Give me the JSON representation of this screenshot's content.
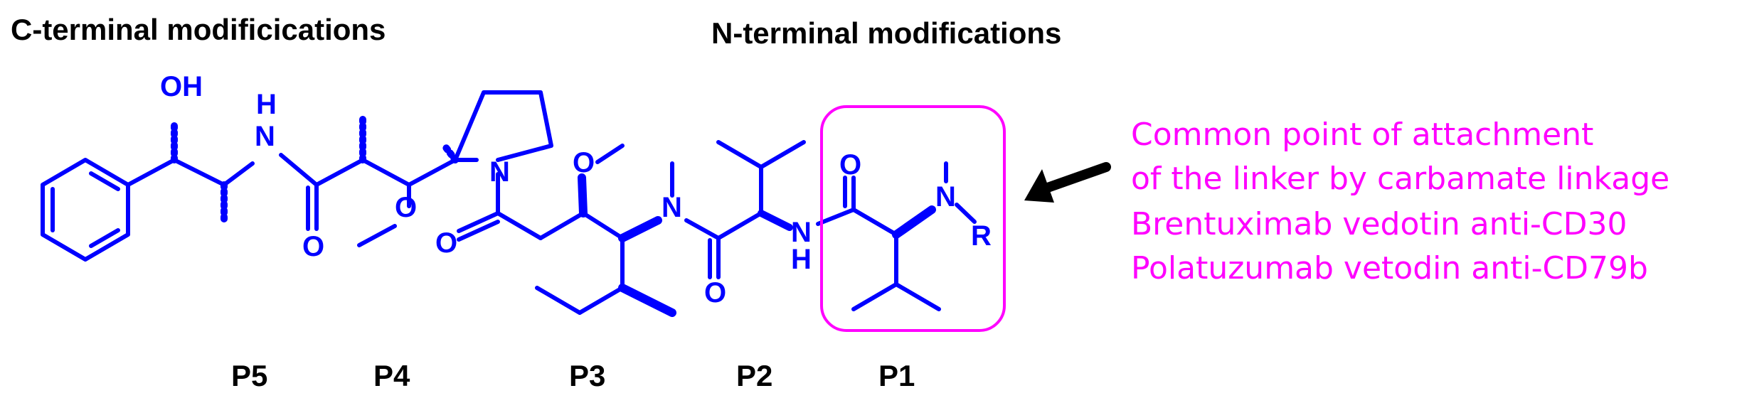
{
  "headings": {
    "c_terminal": "C-terminal modificications",
    "n_terminal": "N-terminal modifications"
  },
  "annotation": {
    "lines": [
      "Common point of attachment",
      "of the linker by carbamate linkage",
      "Brentuximab vedotin anti-CD30",
      "Polatuzumab vetodin anti-CD79b"
    ],
    "color": "#ff00ff"
  },
  "positions": [
    "P5",
    "P4",
    "P3",
    "P2",
    "P1"
  ],
  "atoms": {
    "oh": "OH",
    "nh_h": "H",
    "nh_n": "N",
    "o_amide1": "O",
    "o_methoxy1": "O",
    "n_pyrrolidine": "N",
    "o_ketone": "O",
    "o_methoxy2": "O",
    "n_methyl": "N",
    "o_amide2": "O",
    "n_amide2": "N",
    "h_amide2": "H",
    "o_p1": "O",
    "n_p1": "N",
    "r_group": "R"
  },
  "colors": {
    "structure": "#0000ff",
    "box": "#ff00ff",
    "arrow": "#000000",
    "labels": "#000000"
  }
}
